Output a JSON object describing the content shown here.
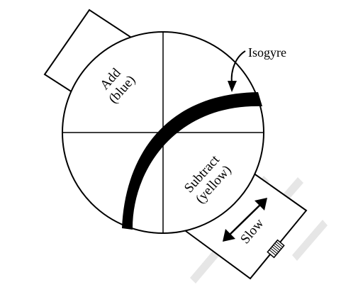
{
  "diagram": {
    "quadrant_labels": {
      "add_line1": "Add",
      "add_line2": "(blue)",
      "subtract_line1": "Subtract",
      "subtract_line2": "(yellow)"
    },
    "isogyre_label": "Isogyre",
    "slow_label": "Slow",
    "colors": {
      "stroke": "#000000",
      "background": "#ffffff",
      "watermark": "#e6e6e6"
    }
  }
}
